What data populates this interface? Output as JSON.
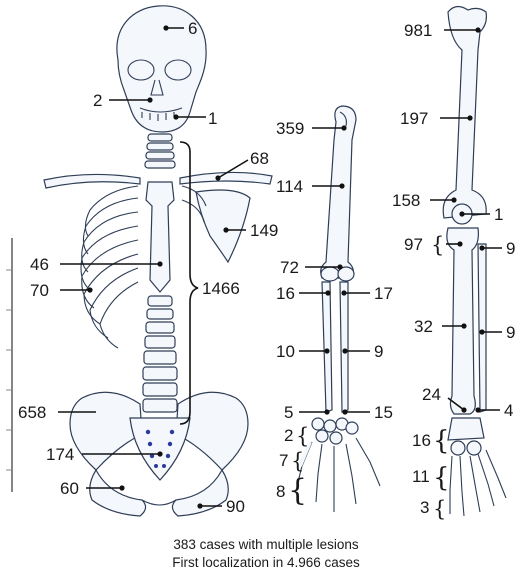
{
  "skeleton": {
    "counts": {
      "skull": "6",
      "mandible": "2",
      "cervical": "1",
      "clavicle": "68",
      "scapula": "149",
      "sternum": "46",
      "ribs": "70",
      "spine": "1466",
      "ilium": "658",
      "sacrum": "174",
      "ischium": "60",
      "pubis": "90"
    }
  },
  "arm": {
    "counts": {
      "humerus_proximal": "359",
      "humerus_shaft": "114",
      "humerus_distal": "72",
      "ulna_proximal": "16",
      "radius_proximal": "17",
      "ulna_shaft": "10",
      "radius_shaft": "9",
      "ulna_distal": "5",
      "radius_distal": "15",
      "carpals": "2",
      "metacarpals": "7",
      "phalanges": "8"
    }
  },
  "leg": {
    "counts": {
      "femur_proximal": "981",
      "femur_shaft": "197",
      "femur_distal": "158",
      "patella": "1",
      "tibia_proximal": "97",
      "fibula_proximal": "9",
      "tibia_shaft": "32",
      "fibula_shaft": "9",
      "tibia_distal": "24",
      "fibula_distal": "4",
      "tarsals": "16",
      "metatarsals": "11",
      "toes": "3"
    }
  },
  "caption": {
    "line1": "383 cases with multiple lesions",
    "line2": "First localization in 4.966 cases"
  }
}
